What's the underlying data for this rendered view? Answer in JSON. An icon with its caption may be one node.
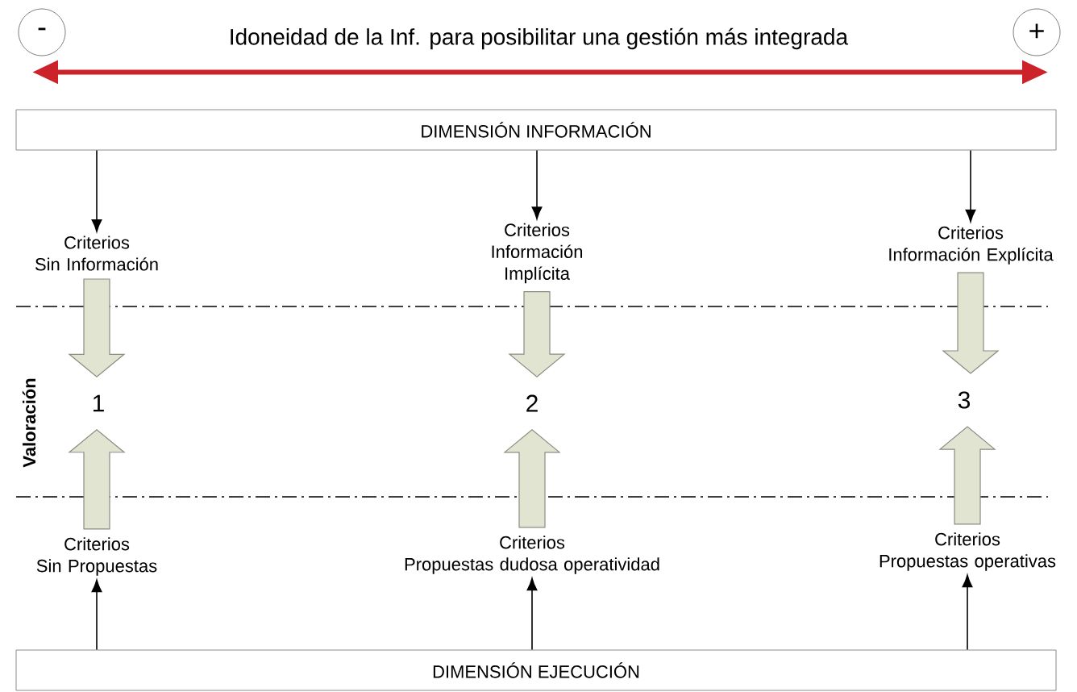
{
  "diagram": {
    "title": "Idoneidad de la Inf. para posibilitar una gestión más integrada",
    "nodes": [
      {
        "text": [
          "-"
        ]
      },
      {
        "text": [
          "+"
        ]
      },
      {
        "text": [
          "DIMENSIÓN INFORMACIÓN"
        ]
      },
      {
        "text": [
          "Criterios",
          "Sin Información"
        ]
      },
      {
        "text": [
          "Criterios",
          "Información Implícita"
        ]
      },
      {
        "text": [
          "Criterios",
          "Información Explícita"
        ]
      },
      {
        "text": [
          "1"
        ]
      },
      {
        "text": [
          "2"
        ]
      },
      {
        "text": [
          "3"
        ]
      },
      {
        "text": [
          "Criterios",
          "Sin Propuestas"
        ]
      },
      {
        "text": [
          "Criterios",
          "Propuestas dudosa operatividad"
        ]
      },
      {
        "text": [
          "Criterios",
          "Propuestas operativas"
        ]
      },
      {
        "text": [
          "DIMENSIÓN EJECUCIÓN"
        ]
      }
    ],
    "edges": [
      {
        "from": 0,
        "to": 1,
        "arrow": "both",
        "style": "thick",
        "color": "#cc2229"
      },
      {
        "from": 2,
        "to": 3,
        "arrow": "to"
      },
      {
        "from": 2,
        "to": 4,
        "arrow": "to"
      },
      {
        "from": 2,
        "to": 5,
        "arrow": "to"
      },
      {
        "from": 3,
        "to": 6,
        "arrow": "to",
        "style": "thick",
        "color": "#e0e4d0"
      },
      {
        "from": 4,
        "to": 7,
        "arrow": "to",
        "style": "thick",
        "color": "#e0e4d0"
      },
      {
        "from": 5,
        "to": 8,
        "arrow": "to",
        "style": "thick",
        "color": "#e0e4d0"
      },
      {
        "from": 12,
        "to": 9,
        "arrow": "to"
      },
      {
        "from": 12,
        "to": 10,
        "arrow": "to"
      },
      {
        "from": 12,
        "to": 11,
        "arrow": "to"
      },
      {
        "from": 9,
        "to": 6,
        "arrow": "to",
        "style": "thick",
        "color": "#e0e4d0"
      },
      {
        "from": 10,
        "to": 7,
        "arrow": "to",
        "style": "thick",
        "color": "#e0e4d0"
      },
      {
        "from": 11,
        "to": 8,
        "arrow": "to",
        "style": "thick",
        "color": "#e0e4d0"
      }
    ],
    "labels": [
      "Valoración"
    ]
  }
}
